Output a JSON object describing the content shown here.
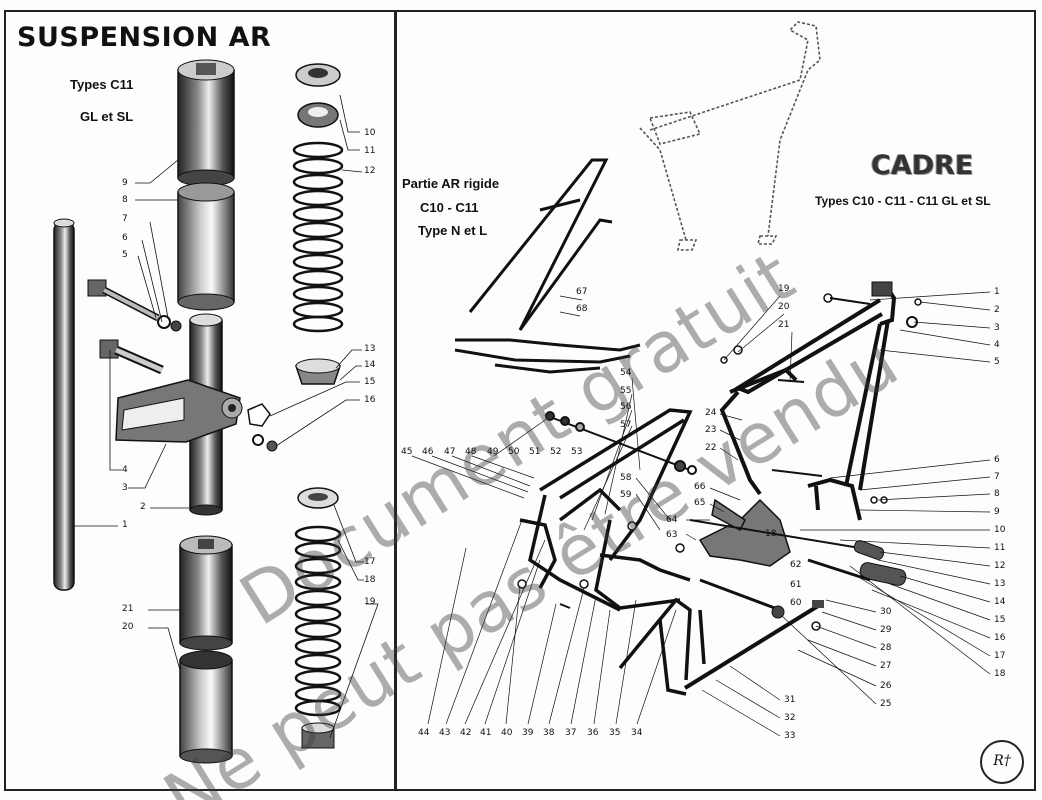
{
  "left_panel": {
    "title": "SUSPENSION AR",
    "subtitle_line1": "Types C11",
    "subtitle_line2": "GL et SL"
  },
  "right_panel": {
    "title": "CADRE",
    "subtitle": "Types C10 - C11 - C11 GL et SL",
    "rigid_label_line1": "Partie AR rigide",
    "rigid_label_line2": "C10 - C11",
    "rigid_label_line3": "Type N et L"
  },
  "watermark_line1": "Document gratuit",
  "watermark_line2": "Ne peut pas être vendu",
  "left_numbers": [
    "10",
    "11",
    "12",
    "9",
    "8",
    "7",
    "6",
    "5",
    "13",
    "14",
    "15",
    "16",
    "4",
    "3",
    "2",
    "1",
    "17",
    "18",
    "19",
    "21",
    "20"
  ],
  "right_numbers": [
    "1",
    "2",
    "3",
    "4",
    "5",
    "19",
    "20",
    "21",
    "67",
    "68",
    "54",
    "55",
    "56",
    "57",
    "24",
    "23",
    "22",
    "45",
    "46",
    "47",
    "48",
    "49",
    "50",
    "51",
    "52",
    "53",
    "58",
    "59",
    "66",
    "65",
    "64",
    "63",
    "18",
    "6",
    "7",
    "8",
    "9",
    "10",
    "11",
    "12",
    "13",
    "14",
    "15",
    "16",
    "17",
    "18",
    "62",
    "61",
    "60",
    "30",
    "29",
    "28",
    "27",
    "26",
    "25",
    "31",
    "32",
    "33",
    "44",
    "43",
    "42",
    "41",
    "40",
    "39",
    "38",
    "37",
    "36",
    "35",
    "34"
  ],
  "colors": {
    "ink": "#111111",
    "paper": "#fdfdfb",
    "watermark": "#3c3c3c"
  }
}
